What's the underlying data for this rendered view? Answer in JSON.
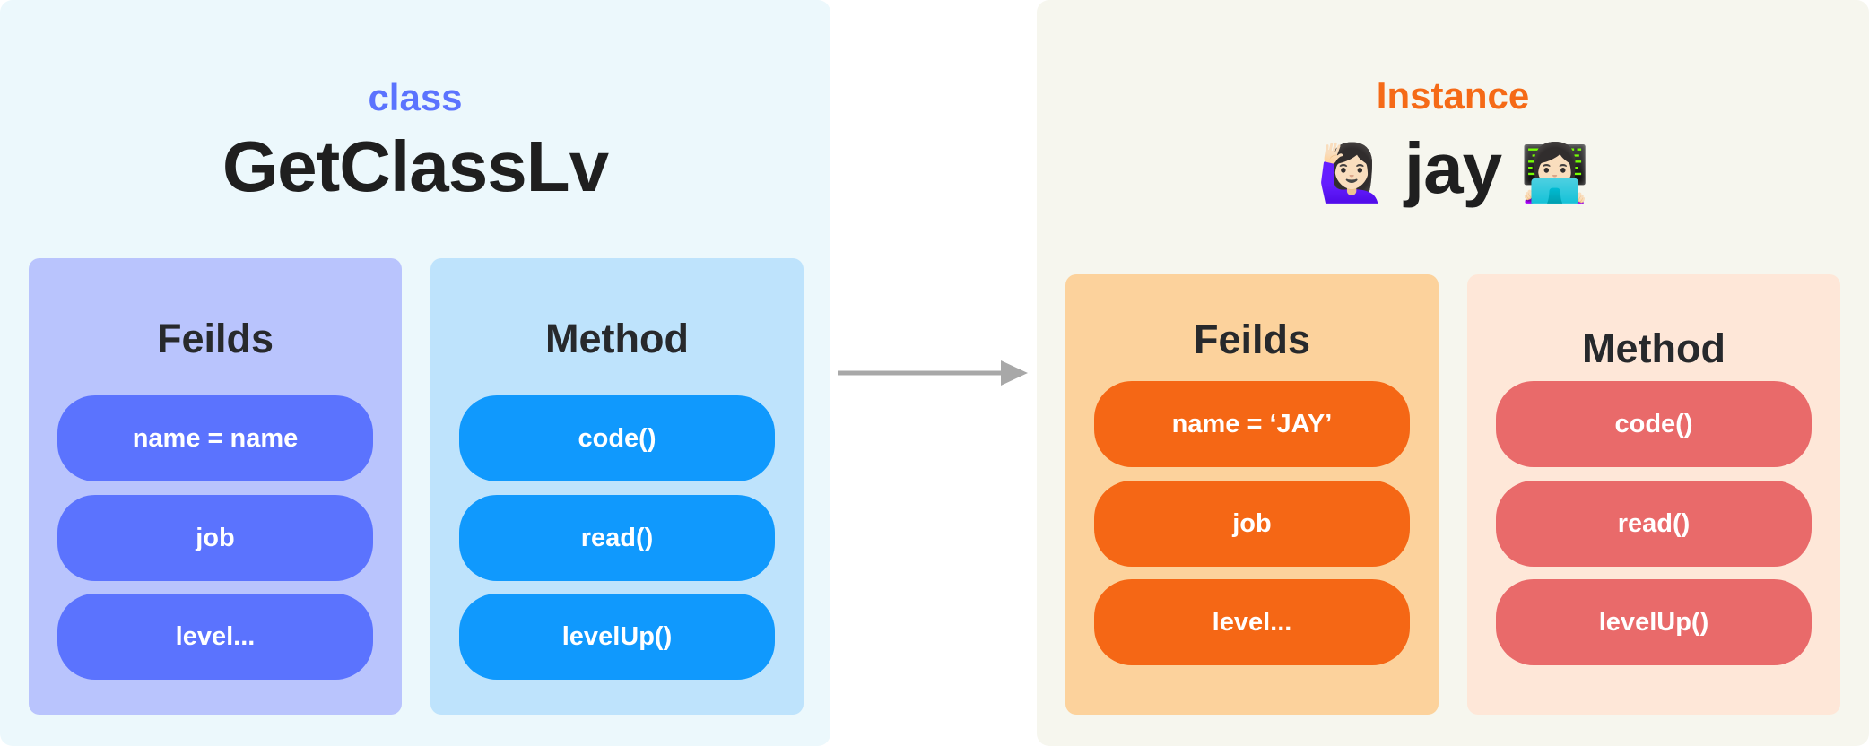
{
  "class_side": {
    "kicker": "class",
    "title": "GetClassLv",
    "fields": {
      "title": "Feilds",
      "items": [
        "name = name",
        "job",
        "level..."
      ]
    },
    "methods": {
      "title": "Method",
      "items": [
        "code()",
        "read()",
        "levelUp()"
      ]
    }
  },
  "instance_side": {
    "kicker": "Instance",
    "title": "jay",
    "emoji_left": "🙋🏻‍♀️",
    "emoji_right": "👩🏻‍💻",
    "fields": {
      "title": "Feilds",
      "items": [
        "name = ‘JAY’",
        "job",
        "level..."
      ]
    },
    "methods": {
      "title": "Method",
      "items": [
        "code()",
        "read()",
        "levelUp()"
      ]
    }
  },
  "colors": {
    "class_accent": "#5b73fe",
    "class_fields_box": "#b9c4fd",
    "class_methods_box": "#bee3fc",
    "class_methods_pill": "#1099fd",
    "instance_accent": "#f56a17",
    "instance_fields_box": "#fcd29c",
    "instance_methods_box": "#fee7d8",
    "instance_methods_pill": "#e96a6a",
    "arrow": "#a8a8a8"
  }
}
